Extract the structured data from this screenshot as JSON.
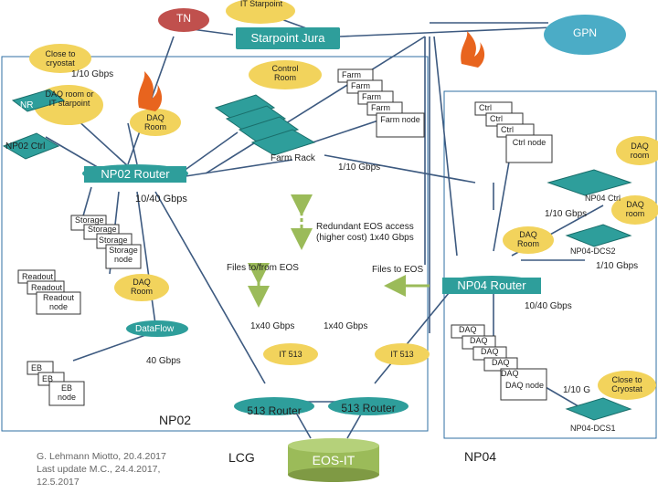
{
  "domains": {
    "tn": "TN",
    "gpn": "GPN",
    "it_starpoint": "IT Starpoint",
    "starpoint_jura": "Starpoint Jura"
  },
  "np02": {
    "close_to_cryostat": "Close to cryostat",
    "link_1_10": "1/10 Gbps",
    "daq_room_or_it": "DAQ room or IT starpoint",
    "nr_label": "NR",
    "control_room": "Control Room",
    "daq_room_top": "DAQ Room",
    "ctrl_label": "NP02 Ctrl",
    "router": "NP02 Router",
    "link_10_40": "10/40 Gbps",
    "storage": [
      "Storage",
      "Storage",
      "Storage"
    ],
    "storage_node": "Storage node",
    "readout": [
      "Readout",
      "Readout"
    ],
    "readout_node": "Readout node",
    "daq_room_mid": "DAQ Room",
    "dataflow": "DataFlow",
    "link_40": "40 Gbps",
    "eb": [
      "EB",
      "EB"
    ],
    "eb_node": "EB node",
    "label": "NP02"
  },
  "farm": {
    "items": [
      "Farm",
      "Farm",
      "Farm",
      "Farm"
    ],
    "node": "Farm node",
    "rack": "Farm Rack",
    "link": "1/10 Gbps"
  },
  "middle": {
    "redundant": "Redundant EOS access (higher cost) 1x40 Gbps",
    "files_to_from": "Files to/from EOS",
    "files_to": "Files to EOS",
    "link_1x40_left": "1x40 Gbps",
    "link_1x40_right": "1x40 Gbps",
    "it513_left": "IT 513",
    "it513_right": "IT 513",
    "router_513_left": "513 Router",
    "router_513_right": "513 Router",
    "lcg": "LCG",
    "eos_it": "EOS-IT"
  },
  "np04": {
    "ctrl": [
      "Ctrl",
      "Ctrl",
      "Ctrl"
    ],
    "ctrl_node": "Ctrl node",
    "daq_room_top": "DAQ room",
    "np04_ctrl": "NP04 Ctrl",
    "link_1_10_top": "1/10 Gbps",
    "daq_room_right": "DAQ room",
    "daq_room_left": "DAQ Room",
    "dcs2": "NP04-DCS2",
    "link_1_10_dcs2": "1/10 Gbps",
    "router": "NP04 Router",
    "link_10_40": "10/40 Gbps",
    "daq": [
      "DAQ",
      "DAQ",
      "DAQ",
      "DAQ",
      "DAQ"
    ],
    "daq_node": "DAQ node",
    "link_1_10_bottom": "1/10 G",
    "close_to_cryostat": "Close to Cryostat",
    "dcs1": "NP04-DCS1",
    "label": "NP04"
  },
  "author": {
    "line1": "G. Lehmann Miotto, 20.4.2017",
    "line2": "Last update M.C., 24.4.2017,",
    "line3": "12.5.2017"
  },
  "colors": {
    "switch_fill": "#2e9e9b",
    "cloud_fill": "#f2d35c",
    "tn_cloud": "#c0504d",
    "gpn_cloud": "#4bacc6",
    "link_line": "#3d5a80",
    "group_border": "#2f6fa3",
    "arrow_green": "#9bbb59",
    "eos_fill": "#9bbb59"
  }
}
